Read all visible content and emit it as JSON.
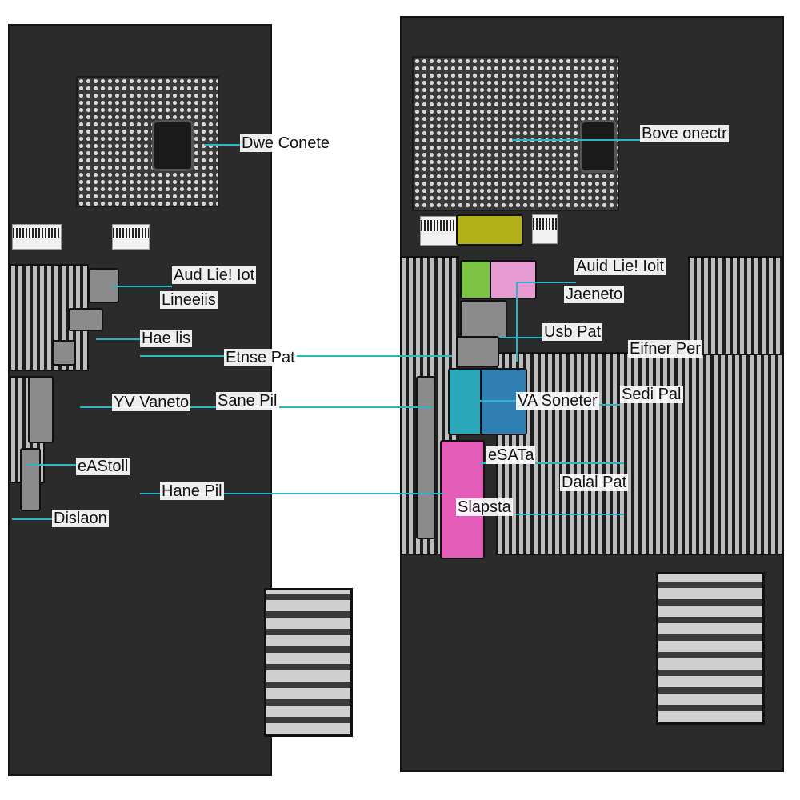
{
  "callouts": {
    "left_top": "Dwe Conete",
    "left_audio_line1": "Aud Lie! Iot",
    "left_audio_line2": "Lineeiis",
    "left_ps2": "Hae lis",
    "left_ethernet": "Etnse Pat",
    "left_vga_a": "YV Vaneto",
    "left_vga_b": "Sane Pil",
    "left_serial": "eAStoll",
    "left_parallel": "Hane Pil",
    "left_display": "Dislaon",
    "right_top": "Bove onectr",
    "right_audio_line1": "Auid Lie! Ioit",
    "right_audio_line2": "Jaeneto",
    "right_usb": "Usb Pat",
    "right_ethernet": "Eifner Per",
    "right_vga": "VA Soneter",
    "right_serial": "Sedi Pal",
    "right_esata": "eSATa",
    "right_parallel": "Dalal Pat",
    "right_display": "Slapsta"
  },
  "colors": {
    "leader": "#27b7c6",
    "chassis": "#2b2b2b"
  }
}
